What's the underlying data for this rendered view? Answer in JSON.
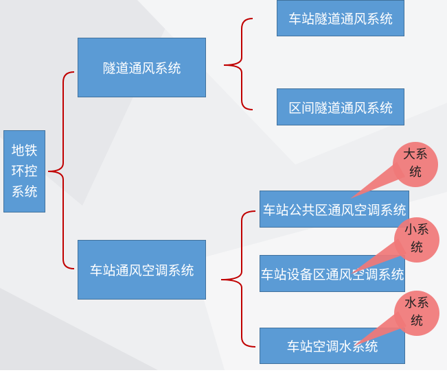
{
  "root": {
    "label_lines": [
      "地铁",
      "环控",
      "系统"
    ]
  },
  "level1": [
    {
      "label": "隧道通风系统"
    },
    {
      "label": "车站通风空调系统"
    }
  ],
  "level2": [
    {
      "label": "车站隧道通风系统"
    },
    {
      "label": "区间隧道通风系统"
    },
    {
      "label": "车站公共区通风空调系统"
    },
    {
      "label": "车站设备区通风空调系统"
    },
    {
      "label": "车站空调水系统"
    }
  ],
  "callouts": [
    {
      "line1": "大系",
      "line2": "统"
    },
    {
      "line1": "小系",
      "line2": "统"
    },
    {
      "line1": "水系",
      "line2": "统"
    }
  ],
  "colors": {
    "box": "#5b9bd5",
    "brace": "#c00000",
    "callout": "#f07878"
  }
}
